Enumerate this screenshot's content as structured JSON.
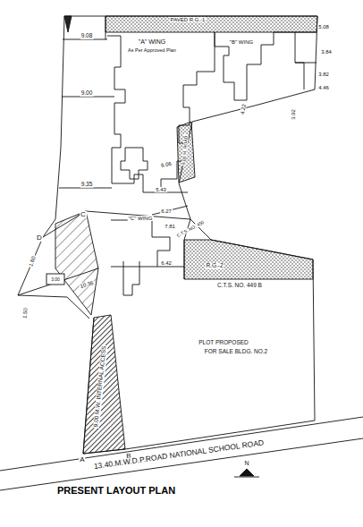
{
  "diagram": {
    "title": "PRESENT LAYOUT PLAN",
    "labels": [
      "PAVED R.G.-1",
      "9.08",
      "\"A\" WING",
      "As Per Approved Plan",
      "\"B\" WING",
      "5.08",
      "3.84",
      "3.82",
      "4.46",
      "3.92",
      "4.22",
      "9.00",
      "6.00 M. ROAD",
      "6.06",
      "9.35",
      "5.43",
      "\"C\" WING",
      "6.27",
      "7.81",
      "C.T.S. NO. 450",
      "6.42",
      "R.G.-2",
      "C",
      "D",
      "1.60",
      "3.00",
      "10.36",
      "1.50",
      "9.00 M.W. INTERNAL ACCESS",
      "C.T.S. NO. 449 B",
      "PLOT PROPOSED",
      "FOR SALE BLDG. NO.2",
      "A",
      "B",
      "13.40.M.W.D.P.ROAD NATIONAL SCHOOL ROAD",
      "N"
    ]
  }
}
